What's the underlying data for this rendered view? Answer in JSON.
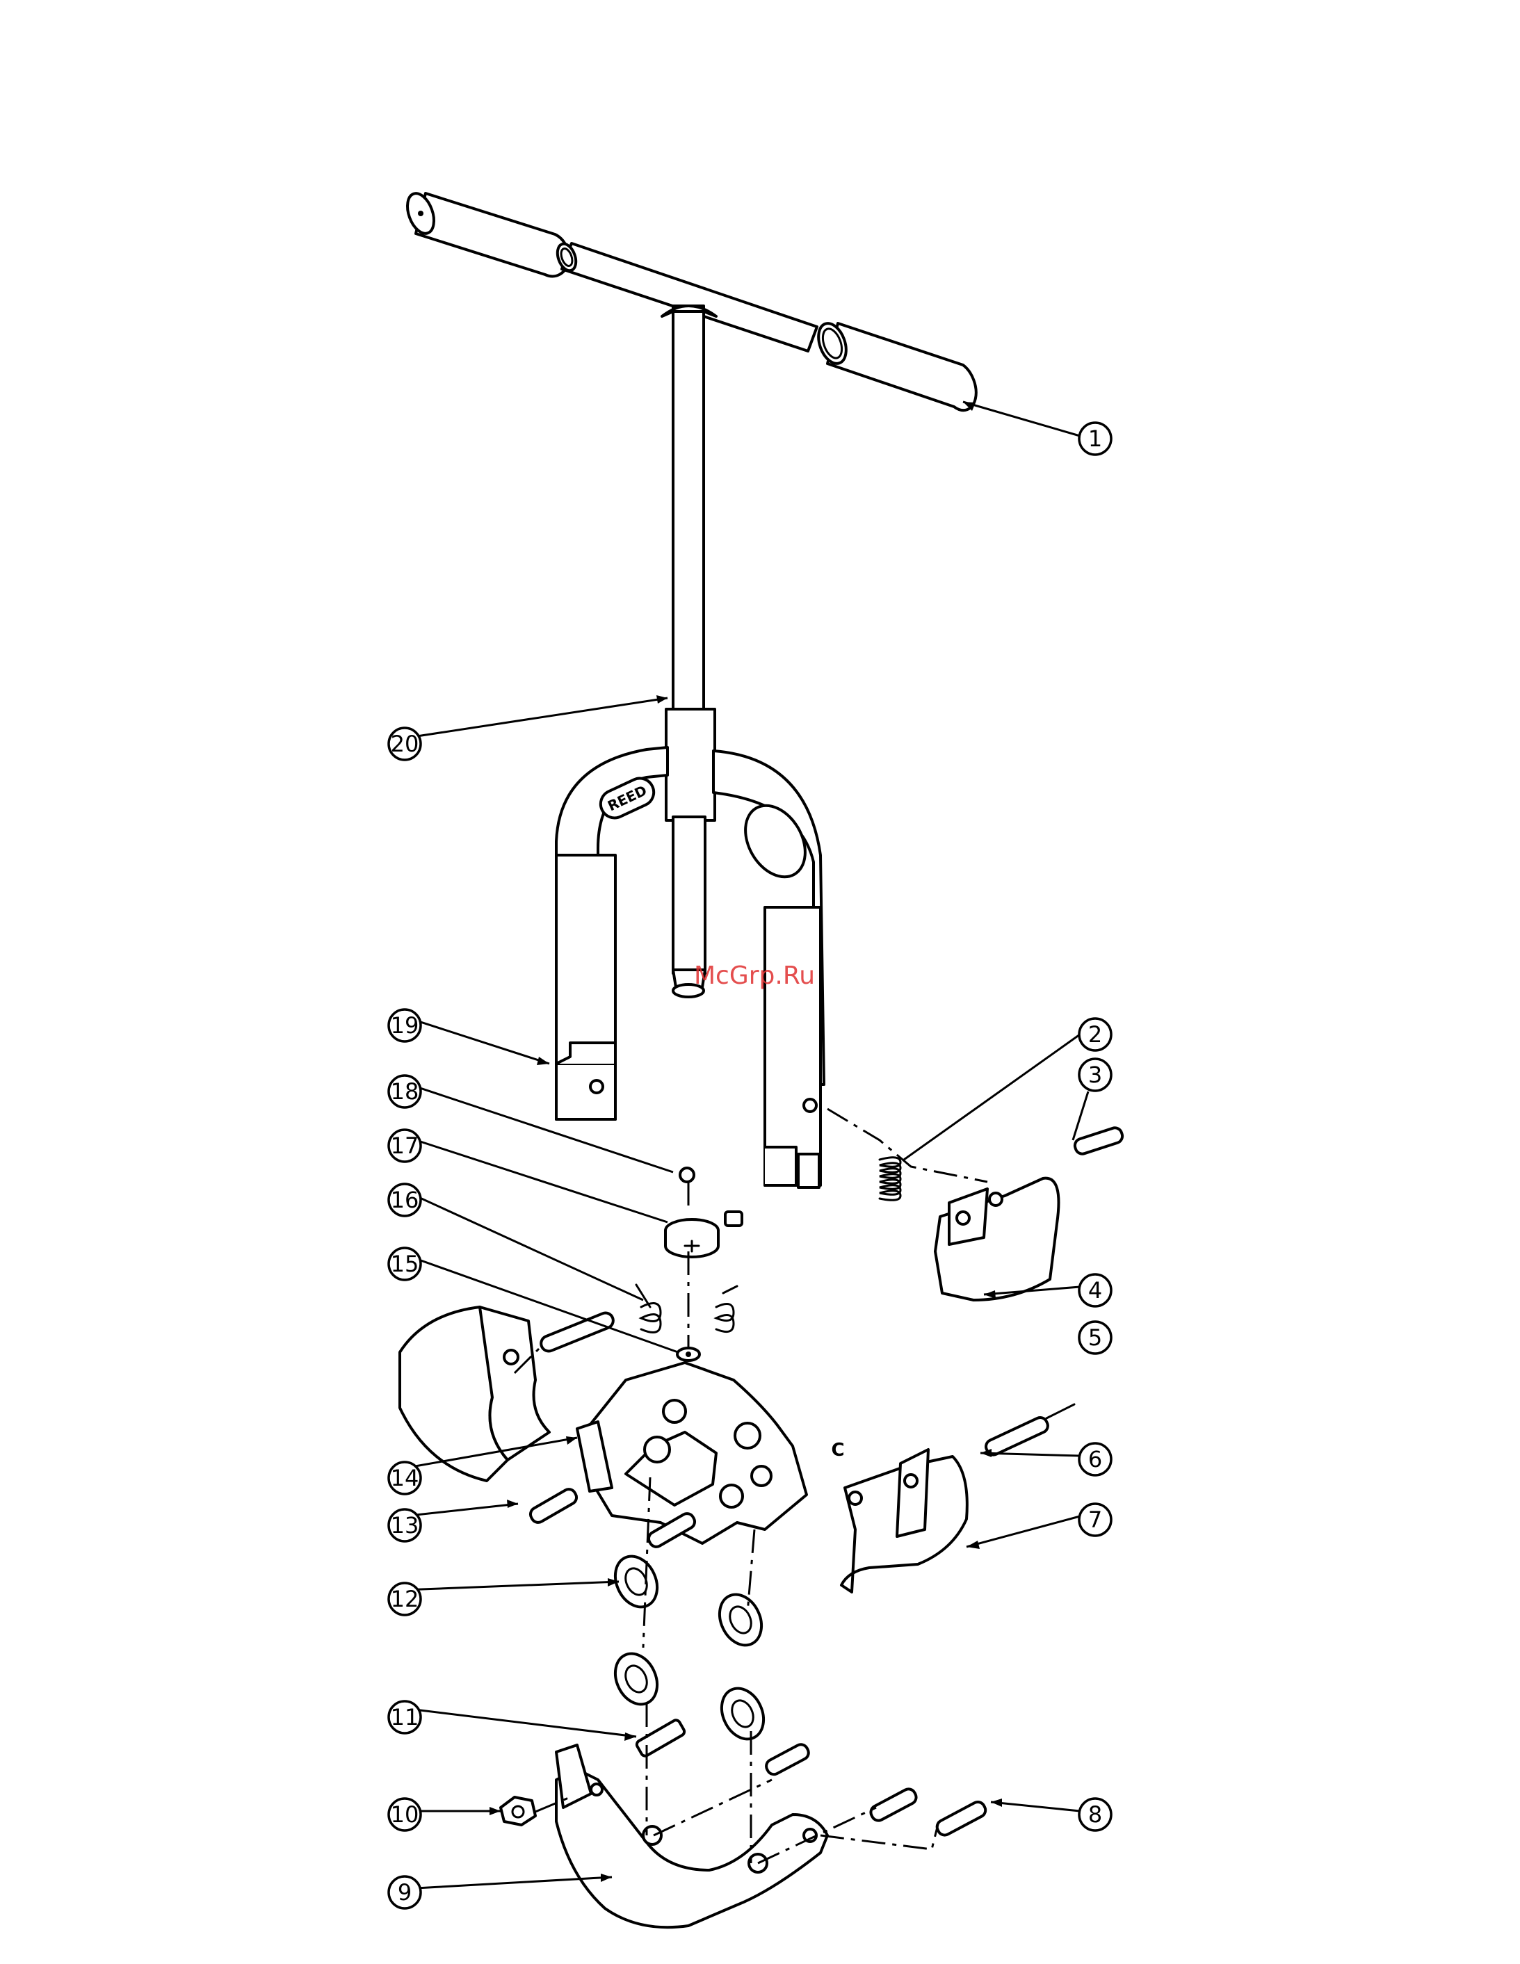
{
  "watermark": "McGrp.Ru",
  "logo_text": "REED",
  "section_mark": "C",
  "callouts": [
    {
      "id": "c1",
      "label": "1"
    },
    {
      "id": "c2",
      "label": "2"
    },
    {
      "id": "c3",
      "label": "3"
    },
    {
      "id": "c4",
      "label": "4"
    },
    {
      "id": "c5",
      "label": "5"
    },
    {
      "id": "c6",
      "label": "6"
    },
    {
      "id": "c7",
      "label": "7"
    },
    {
      "id": "c8",
      "label": "8"
    },
    {
      "id": "c9",
      "label": "9"
    },
    {
      "id": "c10",
      "label": "10"
    },
    {
      "id": "c11",
      "label": "11"
    },
    {
      "id": "c12",
      "label": "12"
    },
    {
      "id": "c13",
      "label": "13"
    },
    {
      "id": "c14",
      "label": "14"
    },
    {
      "id": "c15",
      "label": "15"
    },
    {
      "id": "c16",
      "label": "16"
    },
    {
      "id": "c17",
      "label": "17"
    },
    {
      "id": "c18",
      "label": "18"
    },
    {
      "id": "c19",
      "label": "19"
    },
    {
      "id": "c20",
      "label": "20"
    }
  ]
}
